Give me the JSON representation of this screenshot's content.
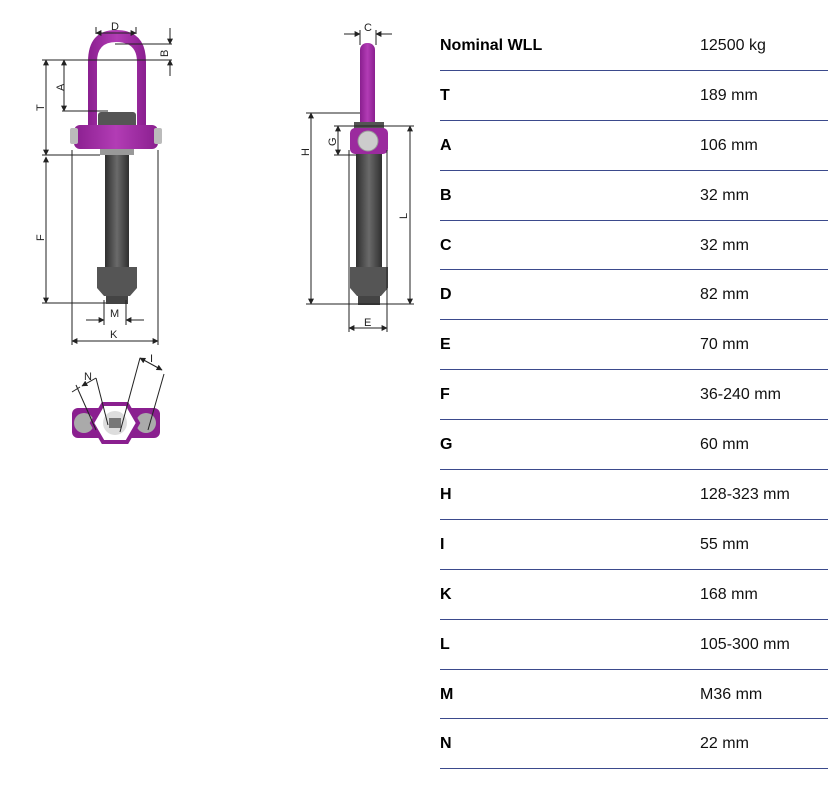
{
  "drawing": {
    "front_view_labels": [
      "D",
      "B",
      "A",
      "T",
      "F",
      "M",
      "K"
    ],
    "side_view_labels": [
      "C",
      "H",
      "G",
      "L",
      "E"
    ],
    "top_view_labels": [
      "N",
      "I"
    ],
    "colors": {
      "shackle": "#9b2a9e",
      "bolt": "#4a4a4a",
      "dim_line": "#222222"
    }
  },
  "spec_table": {
    "line_color": "#3b4a8c",
    "rows": [
      {
        "label": "Nominal WLL",
        "value": "12500 kg"
      },
      {
        "label": "T",
        "value": "189 mm"
      },
      {
        "label": "A",
        "value": "106 mm"
      },
      {
        "label": "B",
        "value": "32 mm"
      },
      {
        "label": "C",
        "value": "32 mm"
      },
      {
        "label": "D",
        "value": "82 mm"
      },
      {
        "label": "E",
        "value": "70 mm"
      },
      {
        "label": "F",
        "value": "36-240 mm"
      },
      {
        "label": "G",
        "value": "60 mm"
      },
      {
        "label": "H",
        "value": "128-323 mm"
      },
      {
        "label": "I",
        "value": "55 mm"
      },
      {
        "label": "K",
        "value": "168 mm"
      },
      {
        "label": "L",
        "value": "105-300 mm"
      },
      {
        "label": "M",
        "value": "M36 mm"
      },
      {
        "label": "N",
        "value": "22 mm"
      }
    ]
  }
}
